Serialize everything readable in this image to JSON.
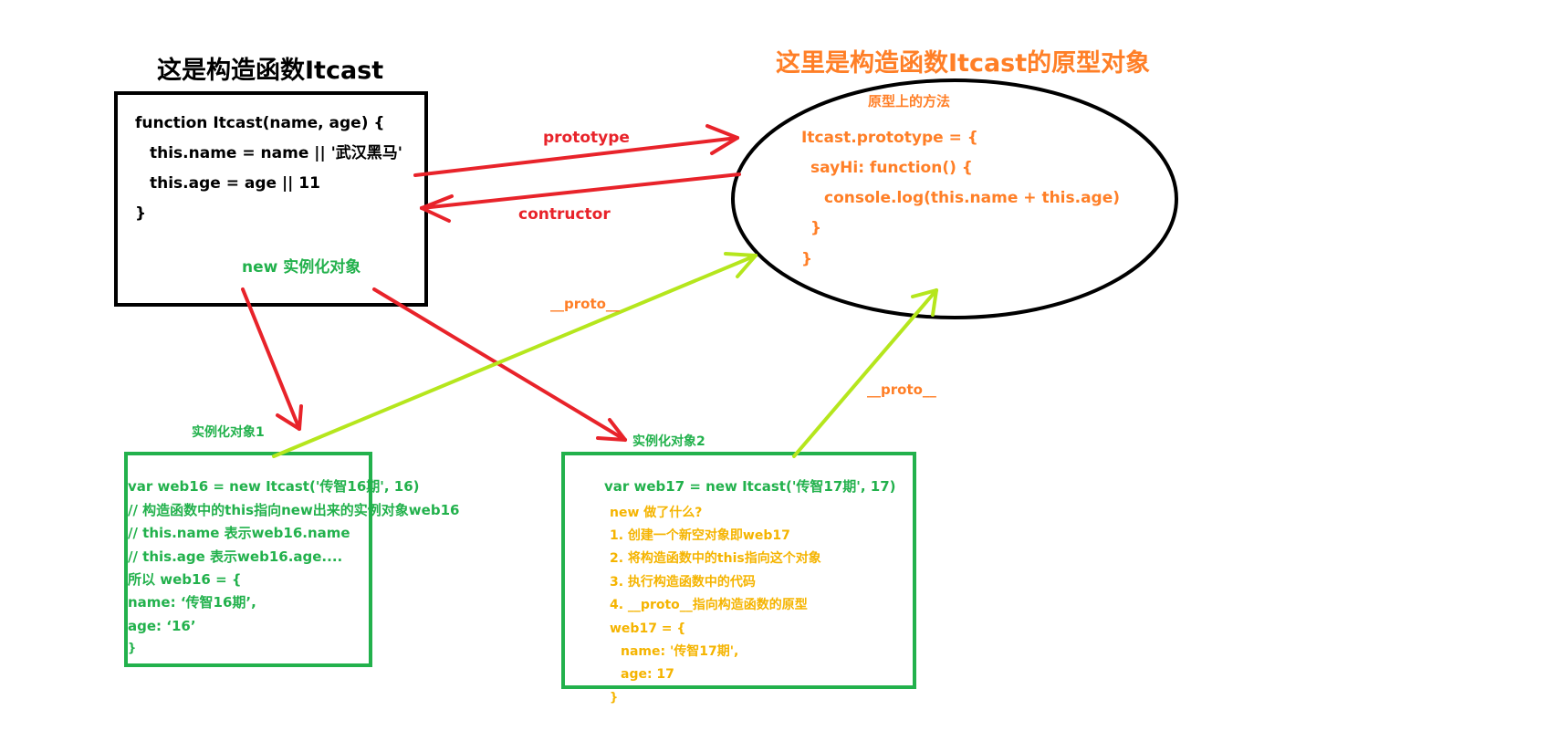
{
  "colors": {
    "black": "#000000",
    "red": "#e8232a",
    "orange": "#ff7f27",
    "green": "#22b14c",
    "lime": "#b5e61d",
    "yellow": "#f5b400"
  },
  "constructor": {
    "title": "这是构造函数Itcast",
    "code": [
      "function Itcast(name, age) {",
      "this.name = name || '武汉黑马'",
      "this.age = age || 11",
      "}"
    ],
    "new_label": "new 实例化对象"
  },
  "prototype_obj": {
    "title": "这里是构造函数Itcast的原型对象",
    "subtitle": "原型上的方法",
    "code": [
      "Itcast.prototype = {",
      "sayHi: function() {",
      "console.log(this.name + this.age)",
      "}",
      "}"
    ]
  },
  "arrows": {
    "prototype_label": "prototype",
    "constructor_label": "contructor",
    "proto_label_1": "__proto__",
    "proto_label_2": "__proto__"
  },
  "instance1": {
    "label": "实例化对象1",
    "code": [
      "var web16 = new Itcast('传智16期', 16)",
      "// 构造函数中的this指向new出来的实例对象web16",
      "// this.name 表示web16.name",
      "// this.age 表示web16.age....",
      "所以 web16 = {",
      "name: ‘传智16期’,",
      "age: ‘16’",
      "}"
    ]
  },
  "instance2": {
    "label": "实例化对象2",
    "code_first": "var web17 = new Itcast('传智17期', 17)",
    "notes": [
      "new 做了什么?",
      "1. 创建一个新空对象即web17",
      "2. 将构造函数中的this指向这个对象",
      "3. 执行构造函数中的代码",
      "4. __proto__指向构造函数的原型",
      "web17 = {",
      "name: '传智17期',",
      "age: 17",
      "}"
    ]
  }
}
